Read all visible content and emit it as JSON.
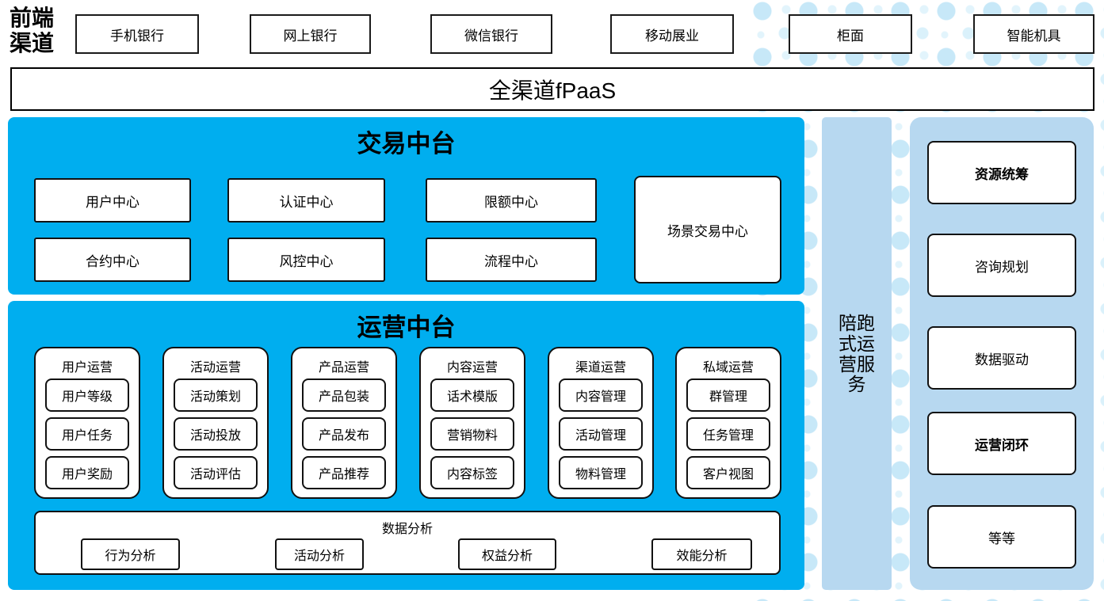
{
  "channels": {
    "label": "前端渠道",
    "items": [
      "手机银行",
      "网上银行",
      "微信银行",
      "移动展业",
      "柜面",
      "智能机具"
    ]
  },
  "fpaas_label": "全渠道fPaaS",
  "trade": {
    "title": "交易中台",
    "row1": [
      "用户中心",
      "认证中心",
      "限额中心"
    ],
    "row2": [
      "合约中心",
      "风控中心",
      "流程中心"
    ],
    "scene_center": "场景交易中心"
  },
  "ops": {
    "title": "运营中台",
    "columns": [
      {
        "header": "用户运营",
        "items": [
          "用户等级",
          "用户任务",
          "用户奖励"
        ]
      },
      {
        "header": "活动运营",
        "items": [
          "活动策划",
          "活动投放",
          "活动评估"
        ]
      },
      {
        "header": "产品运营",
        "items": [
          "产品包装",
          "产品发布",
          "产品推荐"
        ]
      },
      {
        "header": "内容运营",
        "items": [
          "话术模版",
          "营销物料",
          "内容标签"
        ]
      },
      {
        "header": "渠道运营",
        "items": [
          "内容管理",
          "活动管理",
          "物料管理"
        ]
      },
      {
        "header": "私域运营",
        "items": [
          "群管理",
          "任务管理",
          "客户视图"
        ]
      }
    ],
    "analysis": {
      "title": "数据分析",
      "items": [
        "行为分析",
        "活动分析",
        "权益分析",
        "效能分析"
      ]
    }
  },
  "companion_service": "陪跑式运营服务",
  "right_panel": {
    "items": [
      "资源统筹",
      "咨询规划",
      "数据驱动",
      "运营闭环",
      "等等"
    ]
  },
  "colors": {
    "accent_blue": "#00AEEF",
    "light_blue": "#B7D8F0",
    "dot_blue": "#C7E8F8"
  }
}
